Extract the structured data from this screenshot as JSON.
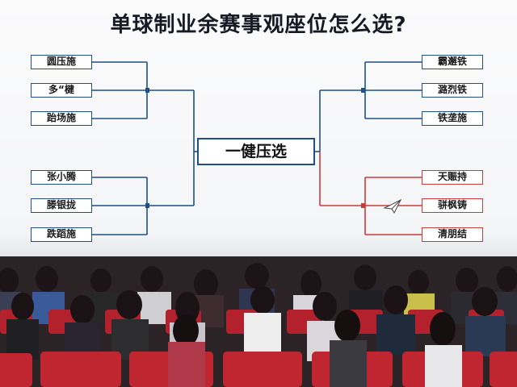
{
  "title": "单球制业余赛事观座位怎么选?",
  "center_label": "一健压选",
  "left_top": [
    "圆压施",
    "多“楗",
    "跆场施"
  ],
  "left_bottom": [
    "张小腾",
    "滕银拢",
    "跌蹈施"
  ],
  "right_top": [
    "霸邂铁",
    "潞烈铁",
    "铁垄施"
  ],
  "right_bottom": [
    "天赈持",
    "骈枫铸",
    "清朋结"
  ],
  "colors": {
    "blue_line": "#1f4f86",
    "red_line": "#c93a3a"
  },
  "icons": [
    "plane-icon"
  ]
}
